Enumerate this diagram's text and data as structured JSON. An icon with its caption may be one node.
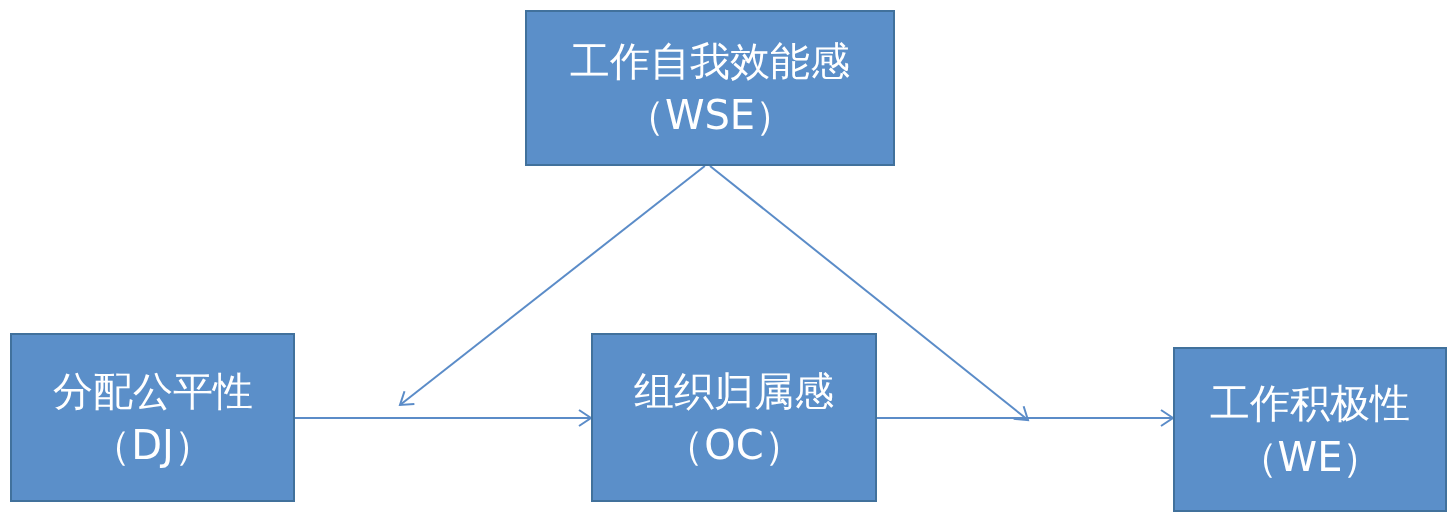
{
  "diagram": {
    "nodes": [
      {
        "text": [
          "工作自我效能感（WSE）"
        ]
      },
      {
        "text": [
          "分配公平性（DJ）"
        ]
      },
      {
        "text": [
          "组织归属感（OC）"
        ]
      },
      {
        "text": [
          "工作积极性（WE）"
        ]
      }
    ],
    "edges": [
      {
        "from": 1,
        "to": 2,
        "arrow": "to"
      },
      {
        "from": 2,
        "to": 3,
        "arrow": "to"
      },
      {
        "from": 0,
        "to": null,
        "arrow": "to"
      },
      {
        "from": 0,
        "to": null,
        "arrow": "to"
      }
    ]
  }
}
